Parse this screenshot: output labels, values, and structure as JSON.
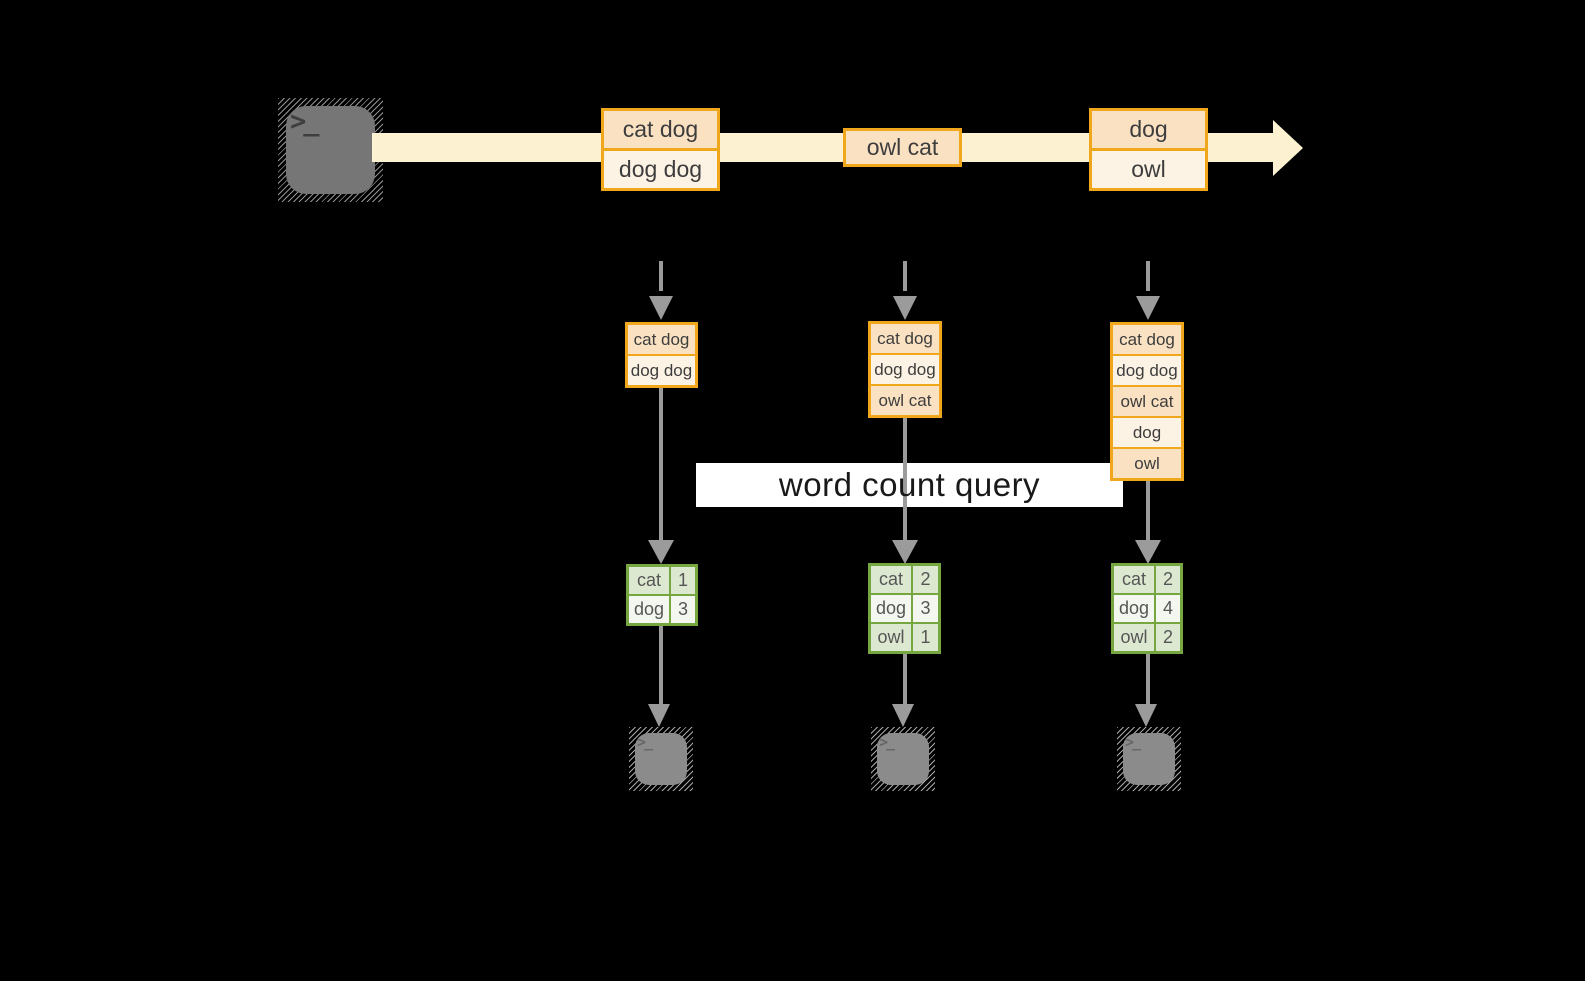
{
  "query_band": {
    "label": "word count query"
  },
  "icons": {
    "terminal_prompt": ">_"
  },
  "timeline": {
    "events": [
      {
        "cells": [
          "cat dog",
          "dog dog"
        ]
      },
      {
        "cells": [
          "owl cat"
        ]
      },
      {
        "cells": [
          "dog",
          "owl"
        ]
      }
    ]
  },
  "windows": [
    {
      "cells": [
        "cat dog",
        "dog dog"
      ]
    },
    {
      "cells": [
        "cat dog",
        "dog dog",
        "owl cat"
      ]
    },
    {
      "cells": [
        "cat dog",
        "dog dog",
        "owl cat",
        "dog",
        "owl"
      ]
    }
  ],
  "counts": [
    {
      "rows": [
        {
          "word": "cat",
          "count": "1"
        },
        {
          "word": "dog",
          "count": "3"
        }
      ]
    },
    {
      "rows": [
        {
          "word": "cat",
          "count": "2"
        },
        {
          "word": "dog",
          "count": "3"
        },
        {
          "word": "owl",
          "count": "1"
        }
      ]
    },
    {
      "rows": [
        {
          "word": "cat",
          "count": "2"
        },
        {
          "word": "dog",
          "count": "4"
        },
        {
          "word": "owl",
          "count": "2"
        }
      ]
    }
  ],
  "colors": {
    "background": "#000000",
    "stream_band": "#fcf2d1",
    "box_border": "#f1a71b",
    "cell_peach": "#fae1c2",
    "cell_cream": "#fdf3e4",
    "table_border": "#76a63f",
    "row_sage": "#dde8d1",
    "row_pale": "#f3f7ef",
    "arrow_gray": "#9b9b9b",
    "terminal_gray": "#767676"
  }
}
